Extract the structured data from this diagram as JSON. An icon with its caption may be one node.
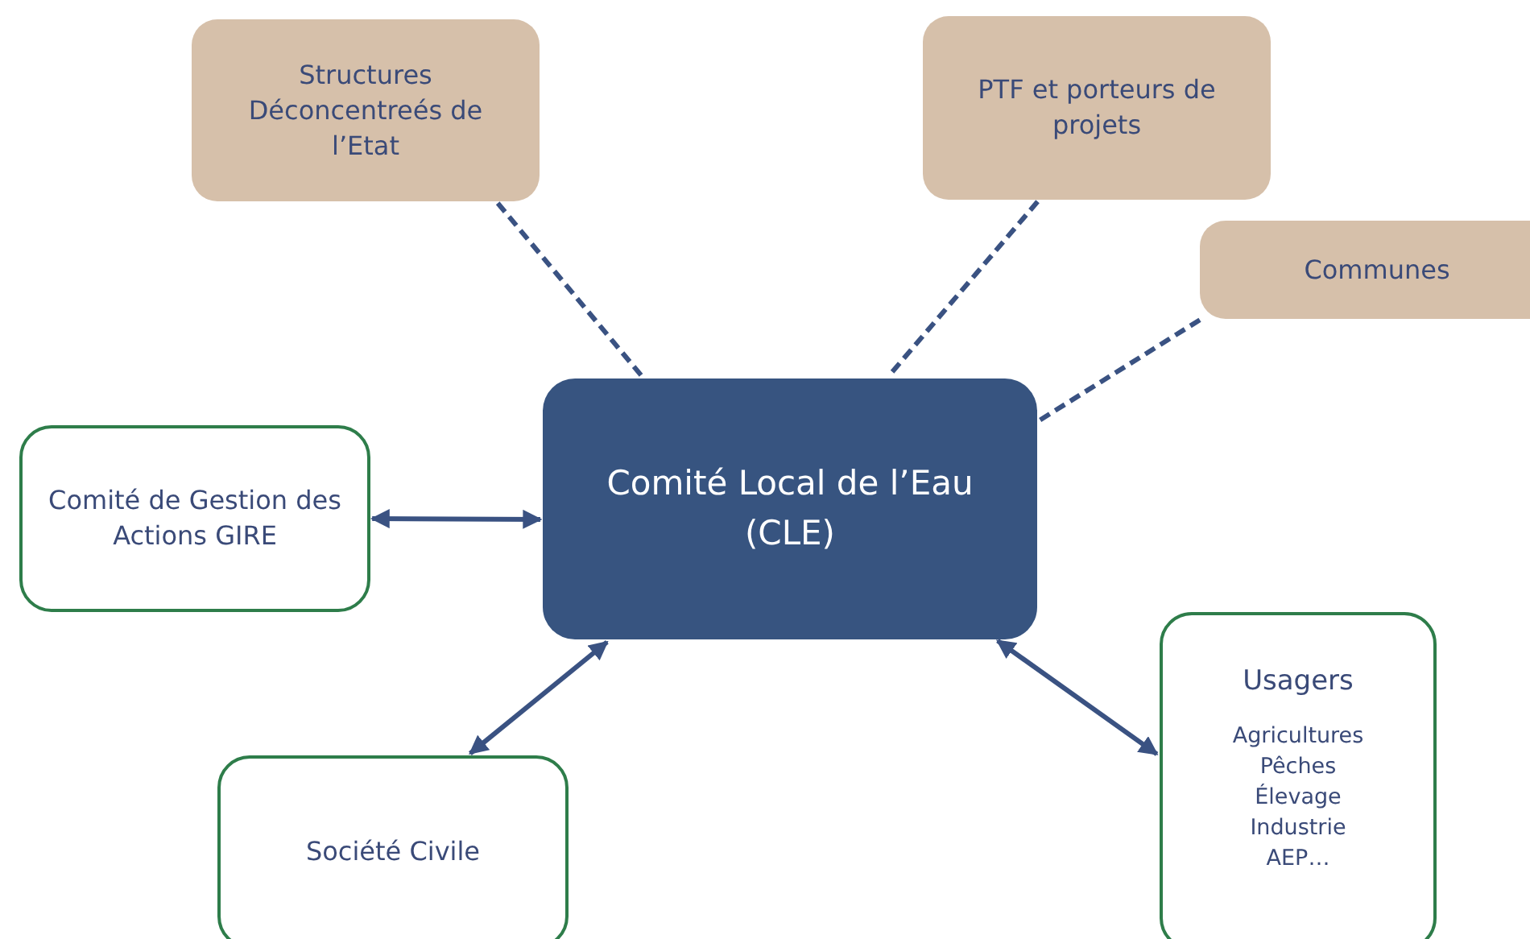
{
  "diagram": {
    "nodes": [
      {
        "text": [
          "Structures Déconcentreés de l’Etat"
        ]
      },
      {
        "text": [
          "PTF et porteurs de projets"
        ]
      },
      {
        "text": [
          "Communes"
        ]
      },
      {
        "text": [
          "Comité Local de l’Eau (CLE)"
        ]
      },
      {
        "text": [
          "Comité de Gestion des Actions GIRE"
        ]
      },
      {
        "text": [
          "Société Civile"
        ]
      },
      {
        "text": [
          "Usagers",
          "Agricultures",
          "Pêches",
          "Élevage",
          "Industrie",
          "AEP…"
        ]
      }
    ],
    "edges": [
      {
        "from": 0,
        "to": 3,
        "arrow": "none",
        "style": "dashed"
      },
      {
        "from": 1,
        "to": 3,
        "arrow": "none",
        "style": "dashed"
      },
      {
        "from": 2,
        "to": 3,
        "arrow": "none",
        "style": "dashed"
      },
      {
        "from": 4,
        "to": 3,
        "arrow": "both"
      },
      {
        "from": 5,
        "to": 3,
        "arrow": "both"
      },
      {
        "from": 6,
        "to": 3,
        "arrow": "both"
      }
    ]
  }
}
